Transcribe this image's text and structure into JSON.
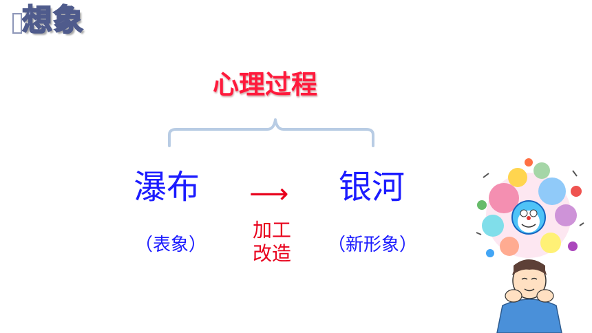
{
  "slide": {
    "heading": "想象",
    "concept": "心理过程",
    "source_term": "瀑布",
    "source_note": "（表象）",
    "arrow_glyph": "⟶",
    "process_line1": "加工",
    "process_line2": "改造",
    "result_term": "银河",
    "result_note": "（新形象）"
  },
  "colors": {
    "heading_fill": "#a9b3d8",
    "heading_stroke": "#4f5b8c",
    "concept": "#ff1a3c",
    "terms": "#1b1bff",
    "process": "#e8001c",
    "brace": "#b8cce4"
  }
}
